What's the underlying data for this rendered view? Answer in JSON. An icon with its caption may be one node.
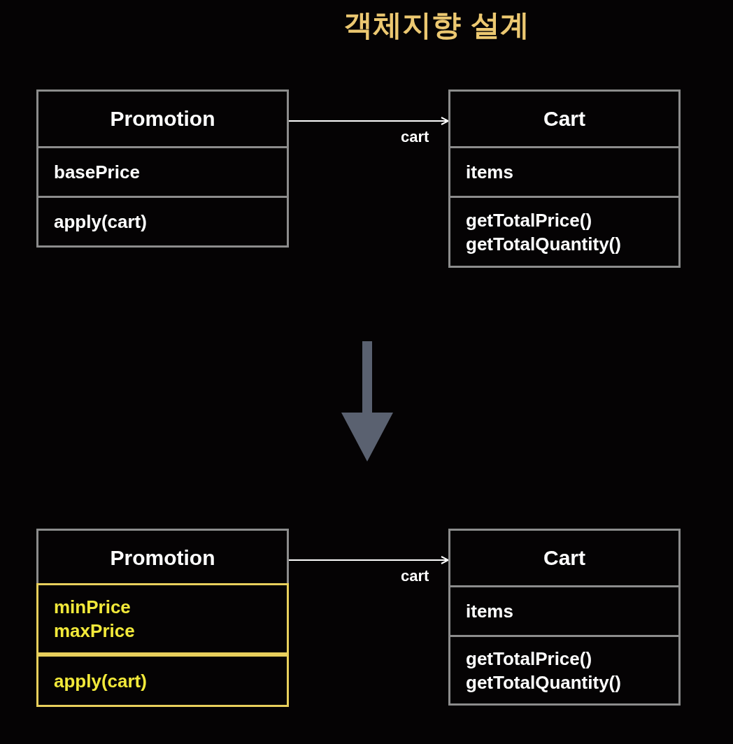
{
  "diagram": {
    "title": "객체지향 설계",
    "nodes": [
      {
        "text": [],
        "shape": "box"
      },
      {
        "text": [
          "Promotion"
        ],
        "in": 0
      },
      {
        "text": [
          "basePrice"
        ],
        "in": 0
      },
      {
        "text": [
          "apply(cart)"
        ],
        "in": 0
      },
      {
        "text": [],
        "shape": "box"
      },
      {
        "text": [
          "Cart"
        ],
        "in": 4
      },
      {
        "text": [
          "items"
        ],
        "in": 4
      },
      {
        "text": [
          "getTotalPrice()",
          "getTotalQuantity()"
        ],
        "in": 4
      },
      {
        "text": [],
        "shape": "box"
      },
      {
        "text": [
          "Promotion"
        ],
        "in": 8
      },
      {
        "text": [
          "minPrice",
          "maxPrice"
        ],
        "in": 8
      },
      {
        "text": [
          "apply(cart)"
        ],
        "in": 8
      },
      {
        "text": [],
        "shape": "box"
      },
      {
        "text": [
          "Cart"
        ],
        "in": 12
      },
      {
        "text": [
          "items"
        ],
        "in": 12
      },
      {
        "text": [
          "getTotalPrice()",
          "getTotalQuantity()"
        ],
        "in": 12
      }
    ],
    "edges": [
      {
        "from": 0,
        "to": 4,
        "arrow": "to",
        "label": "cart"
      },
      {
        "from": 8,
        "to": 12,
        "arrow": "to",
        "label": "cart"
      }
    ]
  }
}
